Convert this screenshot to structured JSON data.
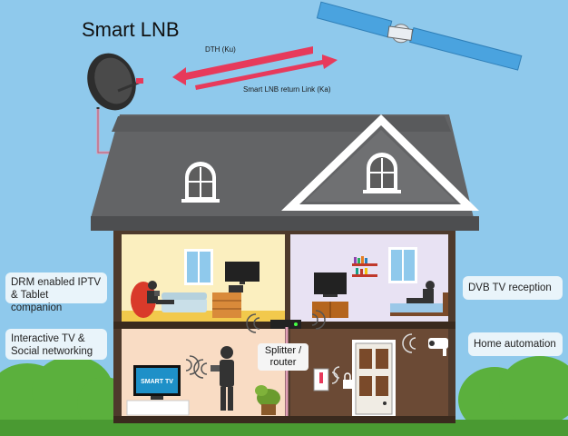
{
  "title": "Smart LNB",
  "links": {
    "downlink": "DTH (Ku)",
    "uplink": "Smart LNB return Link (Ka)"
  },
  "labels": {
    "drm": "DRM enabled IPTV & Tablet companion",
    "interactive": "Interactive TV & Social networking",
    "dvb": "DVB TV reception",
    "home": "Home automation",
    "splitter": "Splitter / router",
    "tv": "SMART TV"
  },
  "colors": {
    "sky": "#8fc9ec",
    "roof": "#636466",
    "wall": "#6b4a35",
    "room_yellow": "#fbefbf",
    "room_lavender": "#e8e2f3",
    "room_pink": "#f9dcc4",
    "arrow": "#e73a5b",
    "cable": "#e2a0b8",
    "grass": "#55a83a"
  }
}
